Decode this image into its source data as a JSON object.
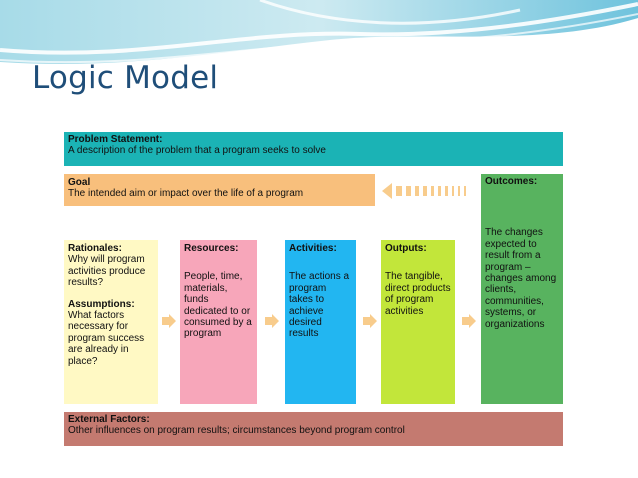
{
  "slide": {
    "title": "Logic Model"
  },
  "problem_statement": {
    "heading": "Problem Statement:",
    "text": "A description of the problem that a program seeks to solve"
  },
  "goal": {
    "heading": "Goal",
    "text": "The intended aim or impact over the life of a program"
  },
  "outcomes": {
    "heading": "Outcomes:",
    "text": "The changes expected to result from a program – changes among clients, communities, systems, or organizations"
  },
  "rationales": {
    "heading": "Rationales:",
    "text": "Why will program activities produce results?",
    "assumptions_heading": "Assumptions:",
    "assumptions_text": "What factors necessary for program success are already in place?"
  },
  "resources": {
    "heading": "Resources:",
    "text": "People, time, materials, funds dedicated to or consumed by a program"
  },
  "activities": {
    "heading": "Activities:",
    "text": "The actions a program takes to achieve desired results"
  },
  "outputs": {
    "heading": "Outputs:",
    "text": "The tangible, direct products of program activities"
  },
  "external_factors": {
    "heading": "External Factors:",
    "text": "Other influences on program results; circumstances beyond program control"
  },
  "colors": {
    "problem": "#1bb3b5",
    "goal": "#f8bf7c",
    "outcomes": "#58b35f",
    "rationales": "#fff9c4",
    "resources": "#f7a6ba",
    "activities": "#22b6f1",
    "outputs": "#c2e63a",
    "external": "#c47a70",
    "arrow": "#f8cc8c",
    "title": "#1f4e79"
  }
}
